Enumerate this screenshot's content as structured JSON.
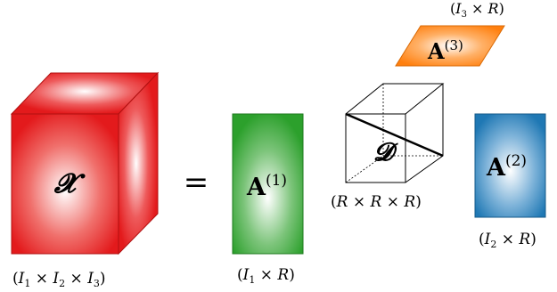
{
  "tensor": {
    "symbol": "𝓧",
    "dims": {
      "open": "(",
      "i": "I",
      "s1": "1",
      "x1": " × ",
      "s2": "2",
      "x2": " × ",
      "s3": "3",
      "close": ")"
    },
    "face_color": "#e31a1c"
  },
  "equals": {
    "symbol": "="
  },
  "A1": {
    "letter": "A",
    "superscript": "(1)",
    "dims": {
      "open": "(",
      "i": "I",
      "sub": "1",
      "x": " × ",
      "r": "R",
      "close": ")"
    },
    "color": "#2ca02c"
  },
  "core": {
    "symbol": "𝓓",
    "dims": {
      "open": "(",
      "r1": "R",
      "x1": " × ",
      "r2": "R",
      "x2": " × ",
      "r3": "R",
      "close": ")"
    }
  },
  "A2": {
    "letter": "A",
    "superscript": "(2)",
    "dims": {
      "open": "(",
      "i": "I",
      "sub": "2",
      "x": " × ",
      "r": "R",
      "close": ")"
    },
    "color": "#1f78b4"
  },
  "A3": {
    "letter": "A",
    "superscript": "(3)",
    "dims": {
      "open": "(",
      "i": "I",
      "sub": "3",
      "x": " × ",
      "r": "R",
      "close": ")"
    },
    "color": "#ff7f0e"
  }
}
